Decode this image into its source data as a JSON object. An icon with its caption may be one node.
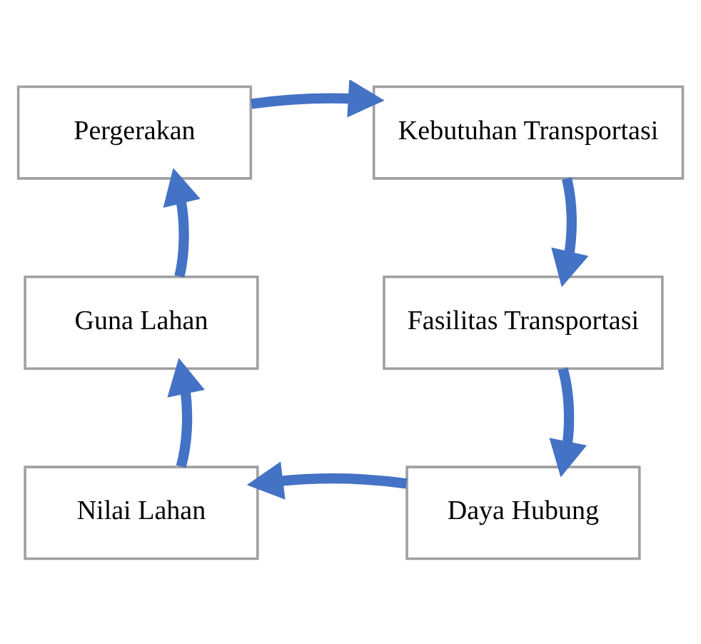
{
  "diagram": {
    "nodes": [
      {
        "text": [
          "Pergerakan"
        ]
      },
      {
        "text": [
          "Kebutuhan Transportasi"
        ]
      },
      {
        "text": [
          "Fasilitas Transportasi"
        ]
      },
      {
        "text": [
          "Daya Hubung"
        ]
      },
      {
        "text": [
          "Nilai Lahan"
        ]
      },
      {
        "text": [
          "Guna Lahan"
        ]
      }
    ],
    "edges": [
      {
        "from": 0,
        "to": 1,
        "arrow": "to"
      },
      {
        "from": 1,
        "to": 2,
        "arrow": "to"
      },
      {
        "from": 2,
        "to": 3,
        "arrow": "to"
      },
      {
        "from": 3,
        "to": 4,
        "arrow": "to"
      },
      {
        "from": 4,
        "to": 5,
        "arrow": "to"
      },
      {
        "from": 5,
        "to": 0,
        "arrow": "to"
      }
    ]
  }
}
